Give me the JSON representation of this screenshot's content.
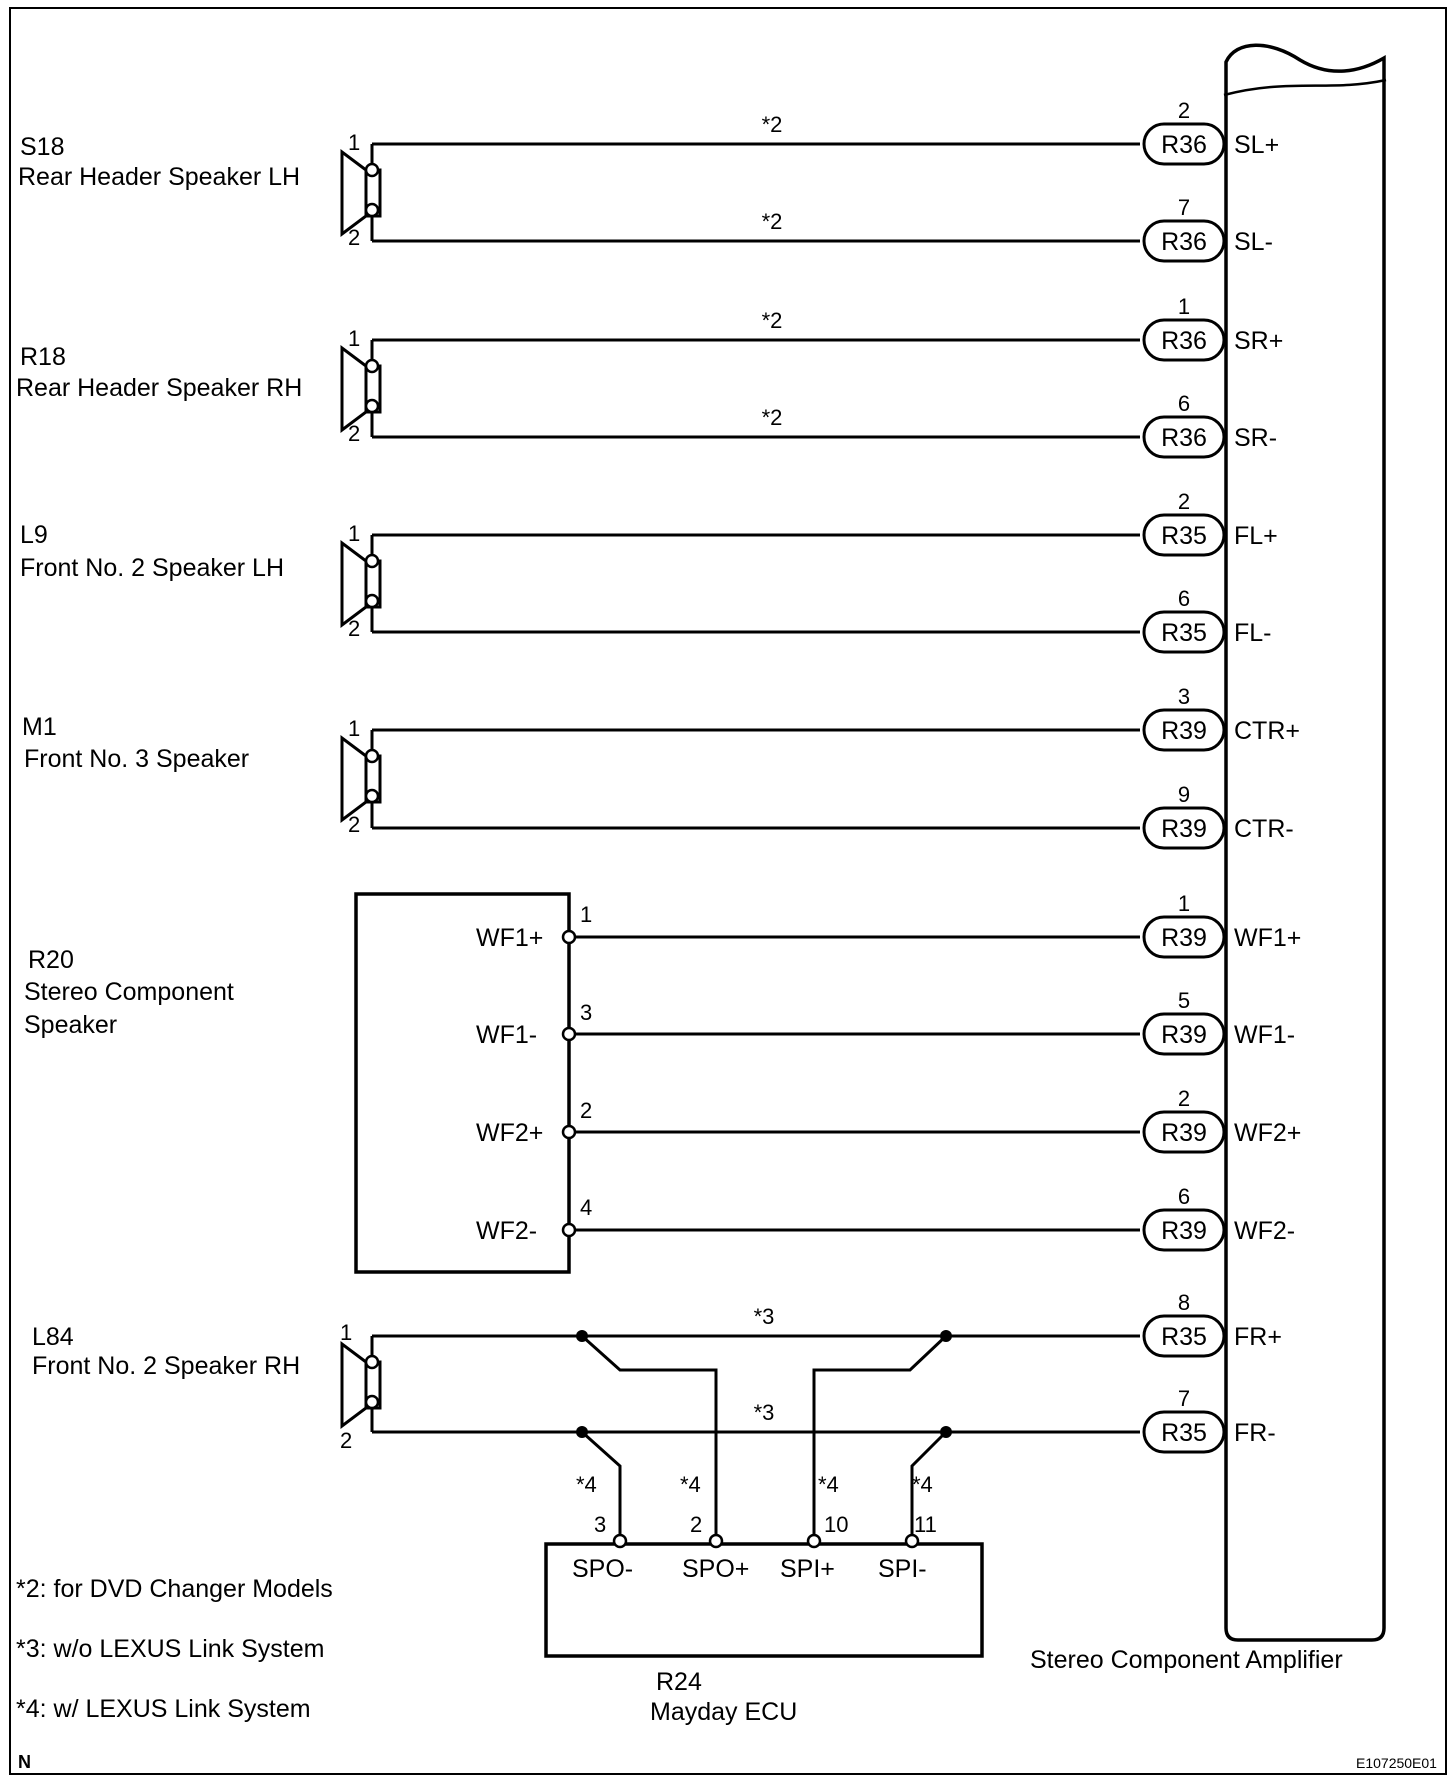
{
  "components": {
    "s18": {
      "code": "S18",
      "name": "Rear Header Speaker LH"
    },
    "r18": {
      "code": "R18",
      "name": "Rear Header Speaker RH"
    },
    "l9": {
      "code": "L9",
      "name": "Front No. 2 Speaker LH"
    },
    "m1": {
      "code": "M1",
      "name": "Front No. 3 Speaker"
    },
    "r20": {
      "code": "R20",
      "name_line1": "Stereo Component",
      "name_line2": "Speaker"
    },
    "l84": {
      "code": "L84",
      "name": "Front No. 2 Speaker RH"
    },
    "r24": {
      "code": "R24",
      "name": "Mayday ECU"
    },
    "amplifier": {
      "name": "Stereo Component Amplifier"
    }
  },
  "speaker_pins": {
    "one": "1",
    "two": "2"
  },
  "wires": [
    {
      "connector": "R36",
      "pin": "2",
      "signal": "SL+",
      "note": "*2"
    },
    {
      "connector": "R36",
      "pin": "7",
      "signal": "SL-",
      "note": "*2"
    },
    {
      "connector": "R36",
      "pin": "1",
      "signal": "SR+",
      "note": "*2"
    },
    {
      "connector": "R36",
      "pin": "6",
      "signal": "SR-",
      "note": "*2"
    },
    {
      "connector": "R35",
      "pin": "2",
      "signal": "FL+",
      "note": ""
    },
    {
      "connector": "R35",
      "pin": "6",
      "signal": "FL-",
      "note": ""
    },
    {
      "connector": "R39",
      "pin": "3",
      "signal": "CTR+",
      "note": ""
    },
    {
      "connector": "R39",
      "pin": "9",
      "signal": "CTR-",
      "note": ""
    },
    {
      "connector": "R39",
      "pin": "1",
      "signal": "WF1+",
      "note": ""
    },
    {
      "connector": "R39",
      "pin": "5",
      "signal": "WF1-",
      "note": ""
    },
    {
      "connector": "R39",
      "pin": "2",
      "signal": "WF2+",
      "note": ""
    },
    {
      "connector": "R39",
      "pin": "6",
      "signal": "WF2-",
      "note": ""
    },
    {
      "connector": "R35",
      "pin": "8",
      "signal": "FR+",
      "note": "*3"
    },
    {
      "connector": "R35",
      "pin": "7",
      "signal": "FR-",
      "note": "*3"
    }
  ],
  "r20_terminals": [
    {
      "label": "WF1+",
      "pin": "1"
    },
    {
      "label": "WF1-",
      "pin": "3"
    },
    {
      "label": "WF2+",
      "pin": "2"
    },
    {
      "label": "WF2-",
      "pin": "4"
    }
  ],
  "ecu_terminals": [
    {
      "label": "SPO-",
      "pin": "3",
      "note": "*4"
    },
    {
      "label": "SPO+",
      "pin": "2",
      "note": "*4"
    },
    {
      "label": "SPI+",
      "pin": "10",
      "note": "*4"
    },
    {
      "label": "SPI-",
      "pin": "11",
      "note": "*4"
    }
  ],
  "notes": [
    "*2: for DVD Changer Models",
    "*3: w/o LEXUS Link System",
    "*4: w/ LEXUS Link System"
  ],
  "footer": {
    "left": "N",
    "right": "E107250E01"
  }
}
